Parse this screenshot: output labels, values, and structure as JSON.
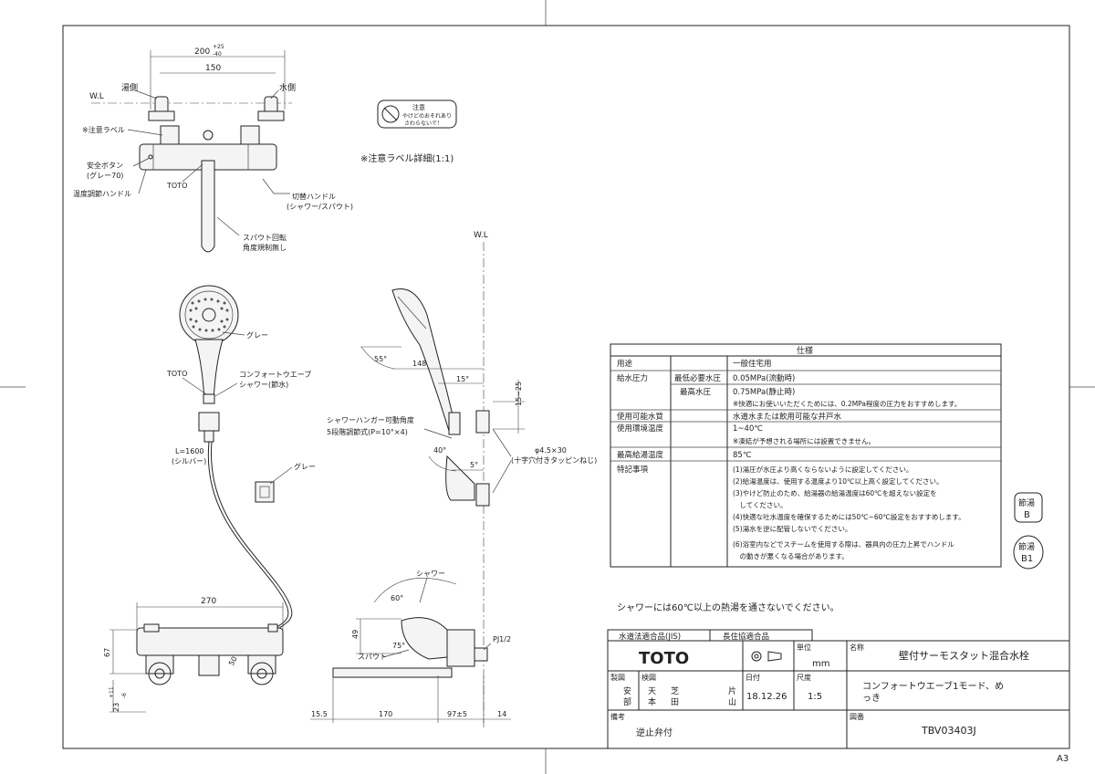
{
  "drawing": {
    "labels": {
      "wl_left": "W.L",
      "wl_right": "W.L",
      "hot_side": "湯側",
      "cold_side": "水側",
      "caution_label": "※注意ラベル",
      "safety_button": "安全ボタン",
      "safety_button_color": "(グレー70)",
      "temp_handle": "温度調節ハンドル",
      "toto_mark_top": "TOTO",
      "switch_handle": "切替ハンドル",
      "switch_handle_sub": "(シャワー/スパウト)",
      "spout_rotate": "スパウト回転",
      "spout_rotate_sub": "角度規制無し",
      "caution_detail": "※注意ラベル詳細(1:1)",
      "caution_label_title": "注意",
      "caution_label_line1": "やけどのおそれあり",
      "caution_label_line2": "さわらないで！",
      "gray_head": "グレー",
      "toto_mark_head": "TOTO",
      "comfort_wave": "コンフォートウエーブ",
      "comfort_wave_sub": "シャワー(節水)",
      "hose_length": "L=1600",
      "hose_color": "(シルバー)",
      "gray_hanger": "グレー",
      "hanger_angle": "シャワーハンガー可動角度",
      "hanger_steps": "5段階調節式(P=10°×4)",
      "screw": "φ4.5×30",
      "screw_sub": "(十字穴付きタッピンねじ)",
      "shower": "シャワー",
      "spout": "スパウト",
      "pj": "PJ1/2",
      "sheet_size": "A3"
    },
    "dims": {
      "pitch_range": "200",
      "pitch_tol_plus": "+25",
      "pitch_tol_minus": "-40",
      "pitch_150": "150",
      "angle_55": "55°",
      "len_148": "148",
      "angle_15": "15°",
      "len_15_25": "15~25",
      "angle_40": "40°",
      "angle_5": "5°",
      "angle_60": "60°",
      "angle_75": "75°",
      "width_270": "270",
      "h_67": "67",
      "h_23": "23",
      "h_23_tol_plus": "+11",
      "h_23_tol_minus": "-6",
      "dim_50": "50",
      "h_49": "49",
      "d_15_5": "15.5",
      "d_170": "170",
      "d_97": "97±5",
      "d_14": "14"
    },
    "notice": "シャワーには60℃以上の熱湯を通さないでください。",
    "stamps": [
      {
        "line1": "節湯",
        "line2": "B"
      },
      {
        "line1": "節湯",
        "line2": "B1"
      }
    ]
  },
  "spec": {
    "title": "仕様",
    "rows": [
      {
        "label": "用途",
        "sub": "",
        "value": "一般住宅用"
      },
      {
        "label": "給水圧力",
        "sub": "最低必要水圧",
        "value": "0.05MPa(流動時)"
      },
      {
        "label": "",
        "sub": "最高水圧",
        "value": "0.75MPa(静止時)"
      },
      {
        "label": "",
        "sub": "",
        "value": "※快適にお使いいただくためには、0.2MPa程度の圧力をおすすめします。"
      },
      {
        "label": "使用可能水質",
        "sub": "",
        "value": "水道水または飲用可能な井戸水"
      },
      {
        "label": "使用環境温度",
        "sub": "",
        "value": "1~40℃"
      },
      {
        "label": "",
        "sub": "",
        "value": "※凍結が予想される場所には設置できません。"
      },
      {
        "label": "最高給湯温度",
        "sub": "",
        "value": "85℃"
      }
    ],
    "features_label": "特記事項",
    "features": [
      "(1)湯圧が水圧より高くならないように設定してください。",
      "(2)給湯温度は、使用する温度より10℃以上高く設定してください。",
      "(3)やけど防止のため、給湯器の給湯温度は60℃を超えない設定を",
      "　してください。",
      "(4)快適な吐水温度を確保するためには50℃~60℃設定をおすすめします。",
      "(5)湯水を逆に配管しないでください。",
      "(6)浴室内などでスチームを使用する際は、器具内の圧力上昇でハンドル",
      "　の動きが悪くなる場合があります。"
    ]
  },
  "title_block": {
    "jis": "水道法適合品(JIS)",
    "longlife": "長住協適合品",
    "name_label": "名称",
    "name": "壁付サーモスタット混合水栓",
    "logo": "TOTO",
    "unit_label": "単位",
    "unit": "mm",
    "model_name_line1": "コンフォートウエーブ1モード、め",
    "model_name_line2": "っき",
    "made_label": "製図",
    "made_by": [
      "安",
      "部"
    ],
    "check_label": "検図",
    "check_by": [
      "天",
      "本"
    ],
    "check_by2": [
      "芝",
      "田"
    ],
    "check_by3": [
      "片",
      "山"
    ],
    "date_label": "日付",
    "date": "18.12.26",
    "scale_label": "尺度",
    "scale": "1:5",
    "drawing_no_label": "図番",
    "drawing_no": "TBV03403J",
    "remarks_label": "備考",
    "remarks": "逆止弁付"
  },
  "colors": {
    "line": "#222222",
    "paper": "#ffffff",
    "fill": "#f4f4f4"
  }
}
